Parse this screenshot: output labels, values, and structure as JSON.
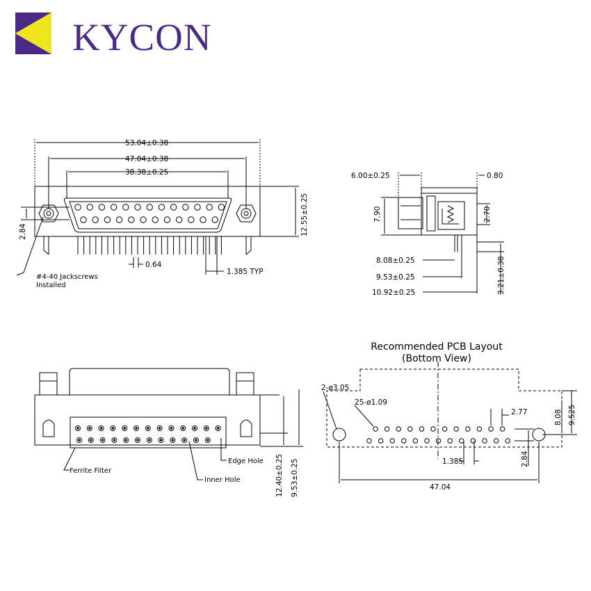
{
  "brand": {
    "name": "KYCON",
    "colors": {
      "purple": "#4a2a84",
      "yellow": "#f0e61e"
    }
  },
  "front_view": {
    "overall_width": "53.04±0.38",
    "screw_spacing": "47.04±0.38",
    "pin_row_width": "38.38±0.25",
    "height": "12.55±0.25",
    "row_spacing": "2.84",
    "pin_width": "0.64",
    "pin_pitch": "1.385 TYP",
    "jackscrew_note_line1": "#4-40 Jackscrews",
    "jackscrew_note_line2": "Installed"
  },
  "side_view": {
    "shell_depth": "6.00±0.25",
    "flange_thickness": "0.80",
    "shell_height": "7.90",
    "board_offset": "2.70",
    "dim_a": "8.08±0.25",
    "dim_b": "9.53±0.25",
    "dim_c": "10.92±0.25",
    "pin_length": "3.21±0.38"
  },
  "bottom_view": {
    "ferrite_label": "Ferrite Filter",
    "inner_hole_label": "Inner Hole",
    "edge_hole_label": "Edge Hole",
    "dim_edge": "12.40±0.25",
    "dim_inner": "9.53±0.25"
  },
  "pcb_layout": {
    "title_line1": "Recommended PCB Layout",
    "title_line2": "(Bottom View)",
    "mount_holes": "2-ø3.05",
    "pin_holes": "25-ø1.09",
    "pitch": "1.385",
    "row_offset": "2.77",
    "row_spacing": "2.84",
    "dim_edge": "8.08",
    "dim_outer": "9.525",
    "hole_spacing": "47.04"
  }
}
